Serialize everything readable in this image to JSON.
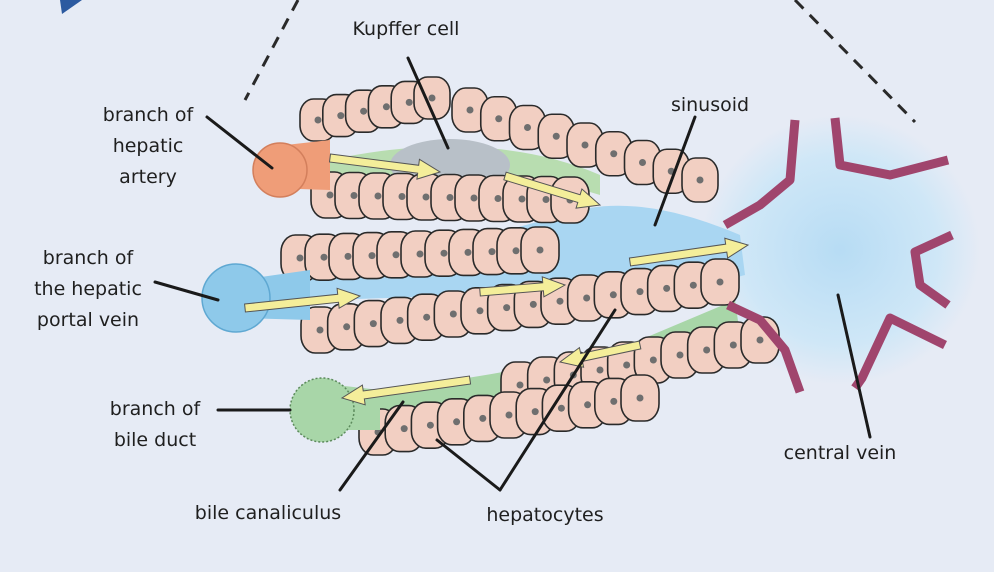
{
  "labels": {
    "kupffer_cell": "Kupffer cell",
    "sinusoid": "sinusoid",
    "branch_hepatic_artery": [
      "branch of",
      "hepatic",
      "artery"
    ],
    "branch_portal_vein": [
      "branch of",
      "the hepatic",
      "portal vein"
    ],
    "branch_bile_duct": [
      "branch of",
      "bile duct"
    ],
    "bile_canaliculus": "bile canaliculus",
    "hepatocytes": "hepatocytes",
    "central_vein": "central vein"
  },
  "colors": {
    "background": "#e6ebf5",
    "hepatocyte_fill": "#f2cfc2",
    "hepatocyte_outline": "#2a2a2a",
    "nucleus": "#6f6f6f",
    "sinusoid_blue": "#a9d6f2",
    "central_vein_wall": "#a0456d",
    "artery_orange": "#ef9d78",
    "portal_vein_blue": "#8ec9ea",
    "bile_green": "#a8d6a8",
    "kupffer_grey": "#b8c0c8",
    "flow_arrow": "#f4ee9a",
    "leader_line": "#1a1a1a"
  },
  "icons": [
    "dashed-zoom-line",
    "flow-arrow"
  ]
}
